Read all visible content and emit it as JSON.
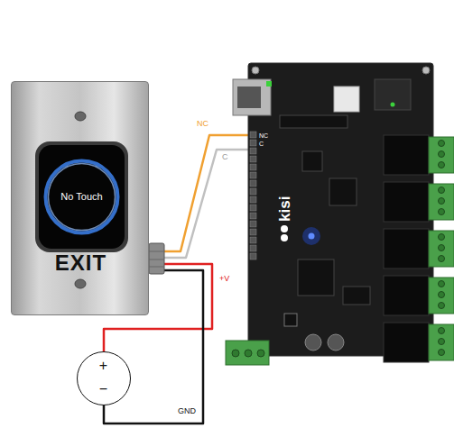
{
  "diagram": {
    "nodes": [
      {
        "text": [
          "EXIT"
        ]
      },
      {
        "text": [
          "No Touch"
        ],
        "in": 0
      },
      {
        "text": [
          "kisi"
        ]
      },
      {
        "text": [
          "+",
          "−"
        ]
      }
    ],
    "edges": [
      {
        "from": 0,
        "to": 2,
        "label": "NC",
        "arrow": "none"
      },
      {
        "from": 0,
        "to": 2,
        "label": "C",
        "arrow": "none"
      },
      {
        "from": 3,
        "to": 0,
        "label": "+V",
        "arrow": "none"
      },
      {
        "from": 3,
        "to": 0,
        "label": "GND",
        "arrow": "none"
      }
    ],
    "labels": [
      "NC",
      "C"
    ]
  }
}
